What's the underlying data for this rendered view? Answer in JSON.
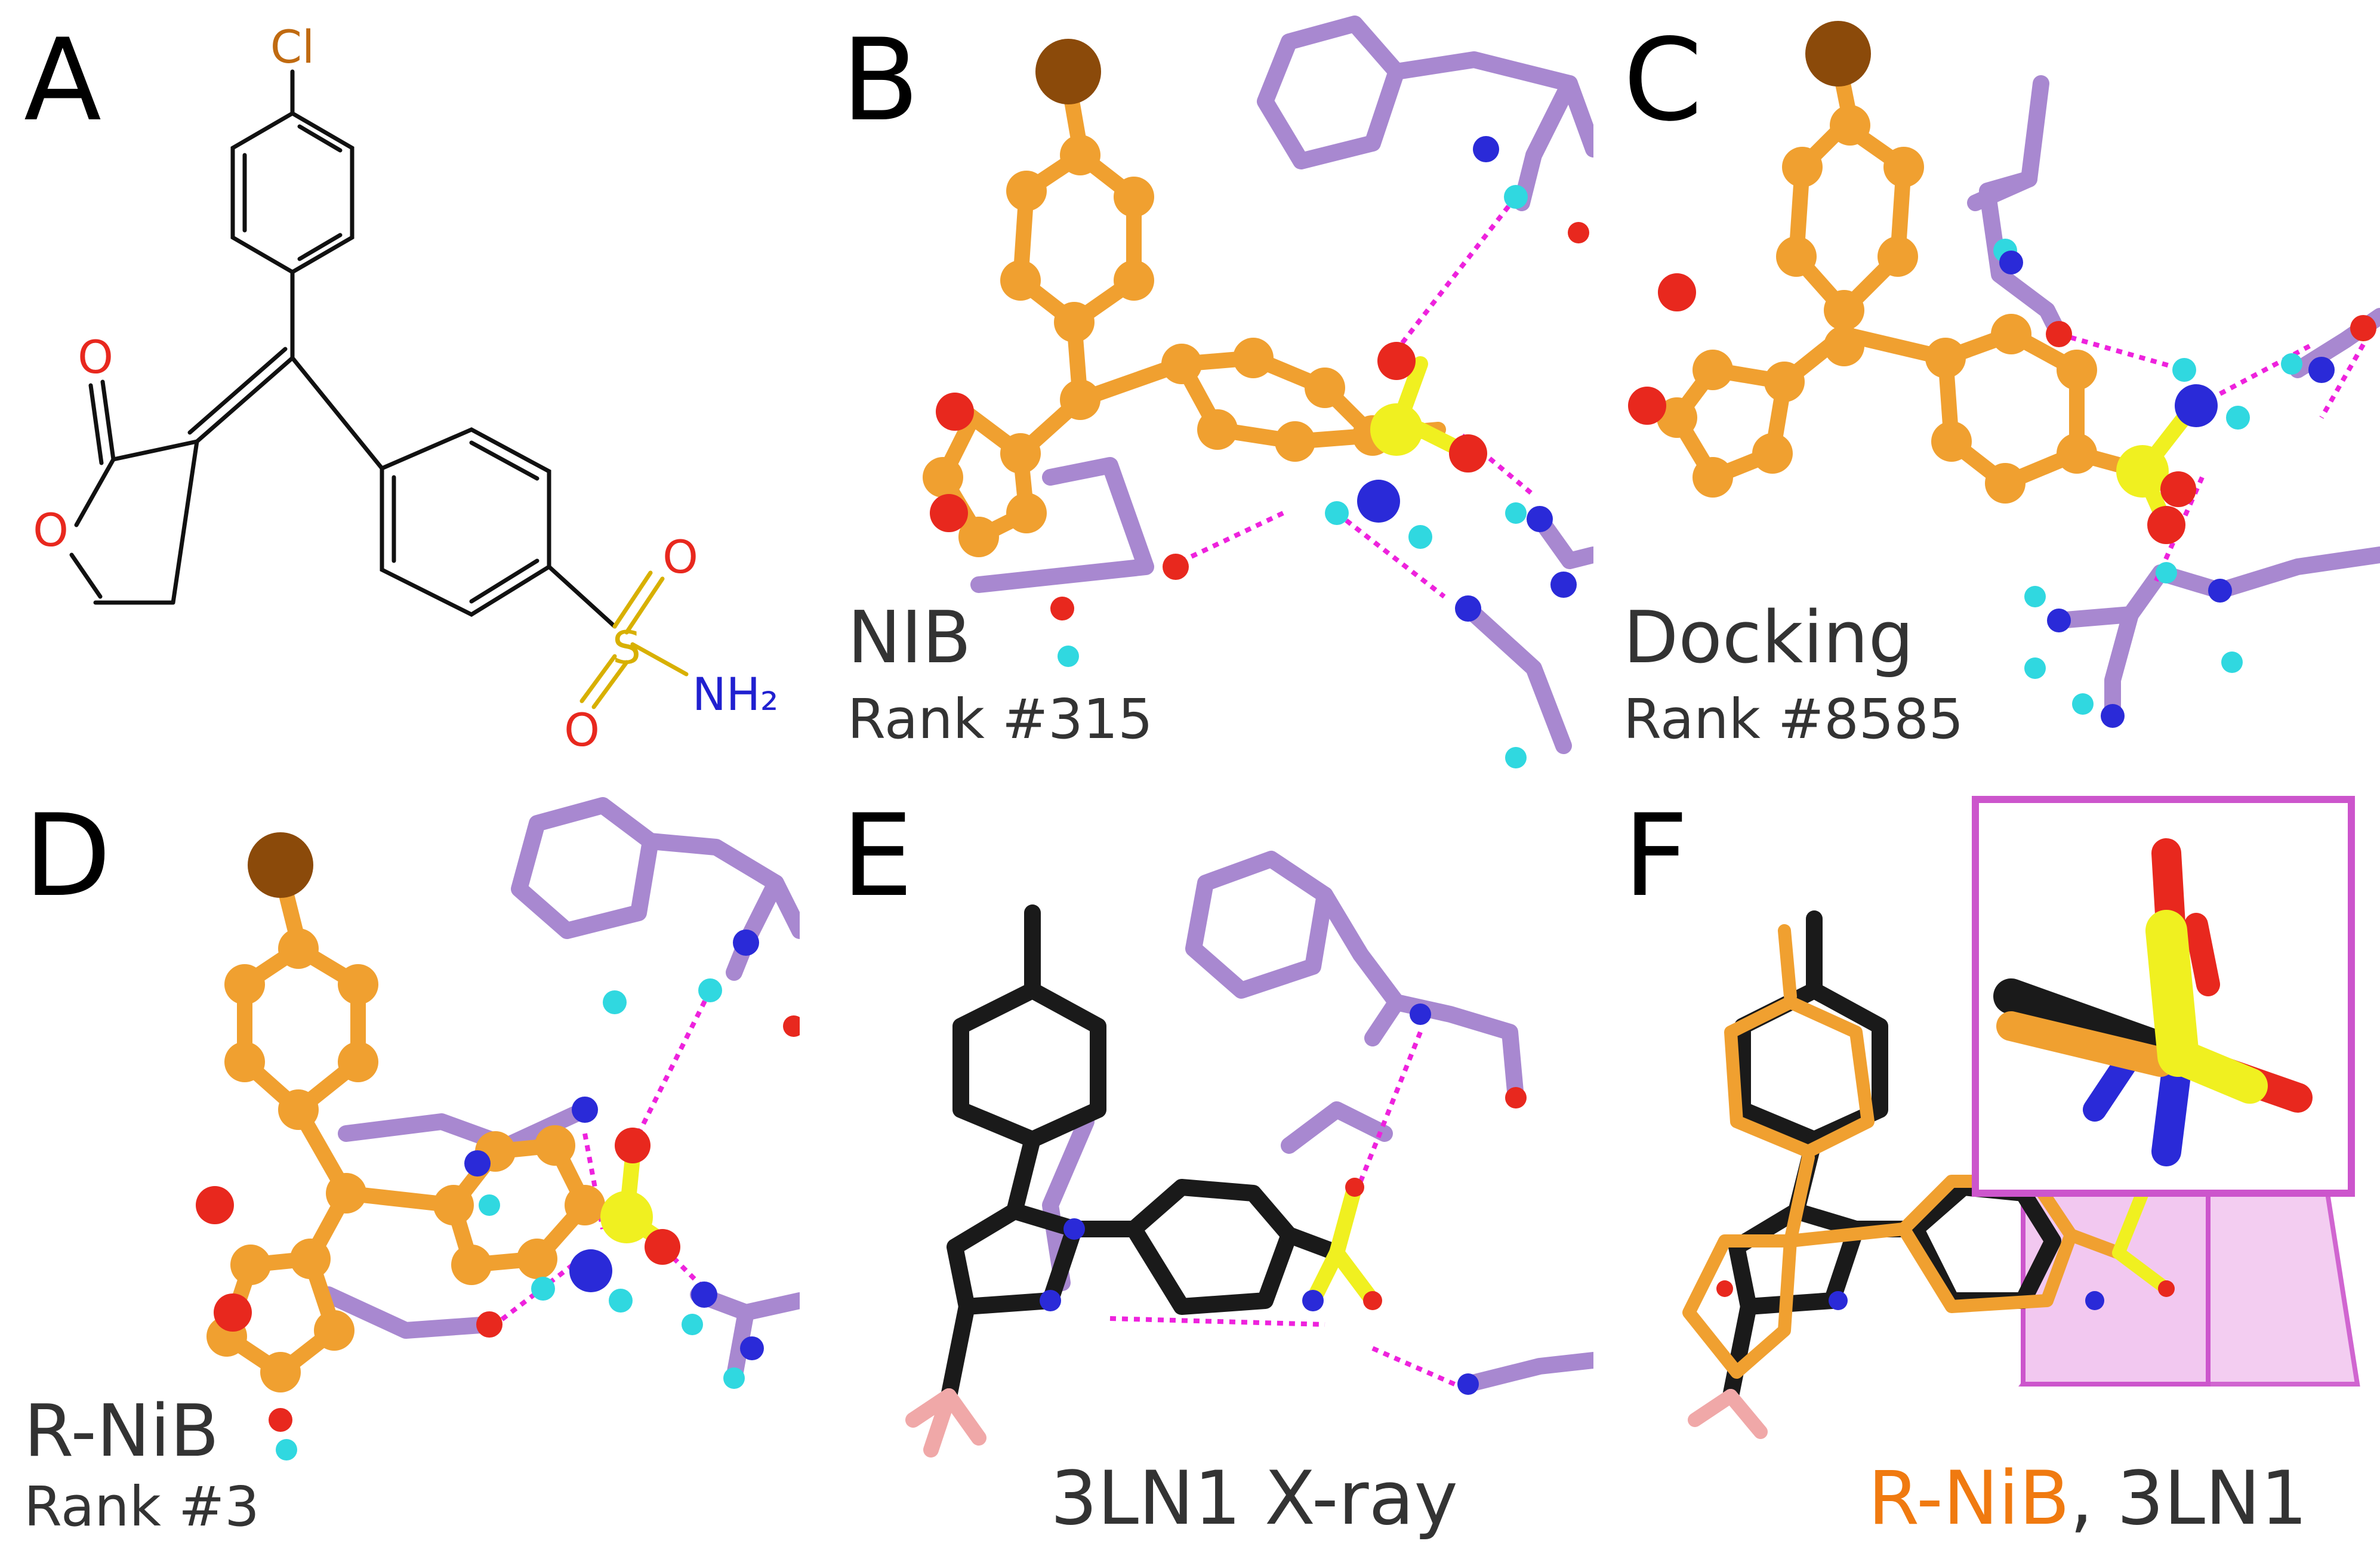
{
  "panels": {
    "A": {
      "label": "A",
      "atoms": {
        "cl": "Cl",
        "o_carbonyl": "O",
        "o_ring": "O",
        "s": "S",
        "o_s1": "O",
        "o_s2": "O",
        "nh2": "NH₂"
      }
    },
    "B": {
      "label": "B",
      "method": "NIB",
      "rank": "Rank #315"
    },
    "C": {
      "label": "C",
      "method": "Docking",
      "rank": "Rank #8585"
    },
    "D": {
      "label": "D",
      "method": "R-NiB",
      "rank": "Rank #3"
    },
    "E": {
      "label": "E",
      "caption": "3LN1 X-ray"
    },
    "F": {
      "label": "F",
      "caption_part1": "R-NiB",
      "caption_sep": ", ",
      "caption_part2": "3LN1"
    }
  },
  "colors": {
    "ligand_orange": "#f0a030",
    "ligand_dark_orange": "#c87a10",
    "chlorine": "#8b4a0a",
    "oxygen": "#e8281e",
    "nitrogen": "#2a2ad8",
    "hydrogen": "#30d8e0",
    "sulfur": "#f0f020",
    "protein": "#a888d0",
    "hbond": "#ee22dd",
    "xray_black": "#1a1a1a",
    "fluorine": "#f0a8a8",
    "inset_frame": "#cc55cc",
    "inset_fill": "#f2c8f0",
    "rnib_text": "#f07a10"
  }
}
